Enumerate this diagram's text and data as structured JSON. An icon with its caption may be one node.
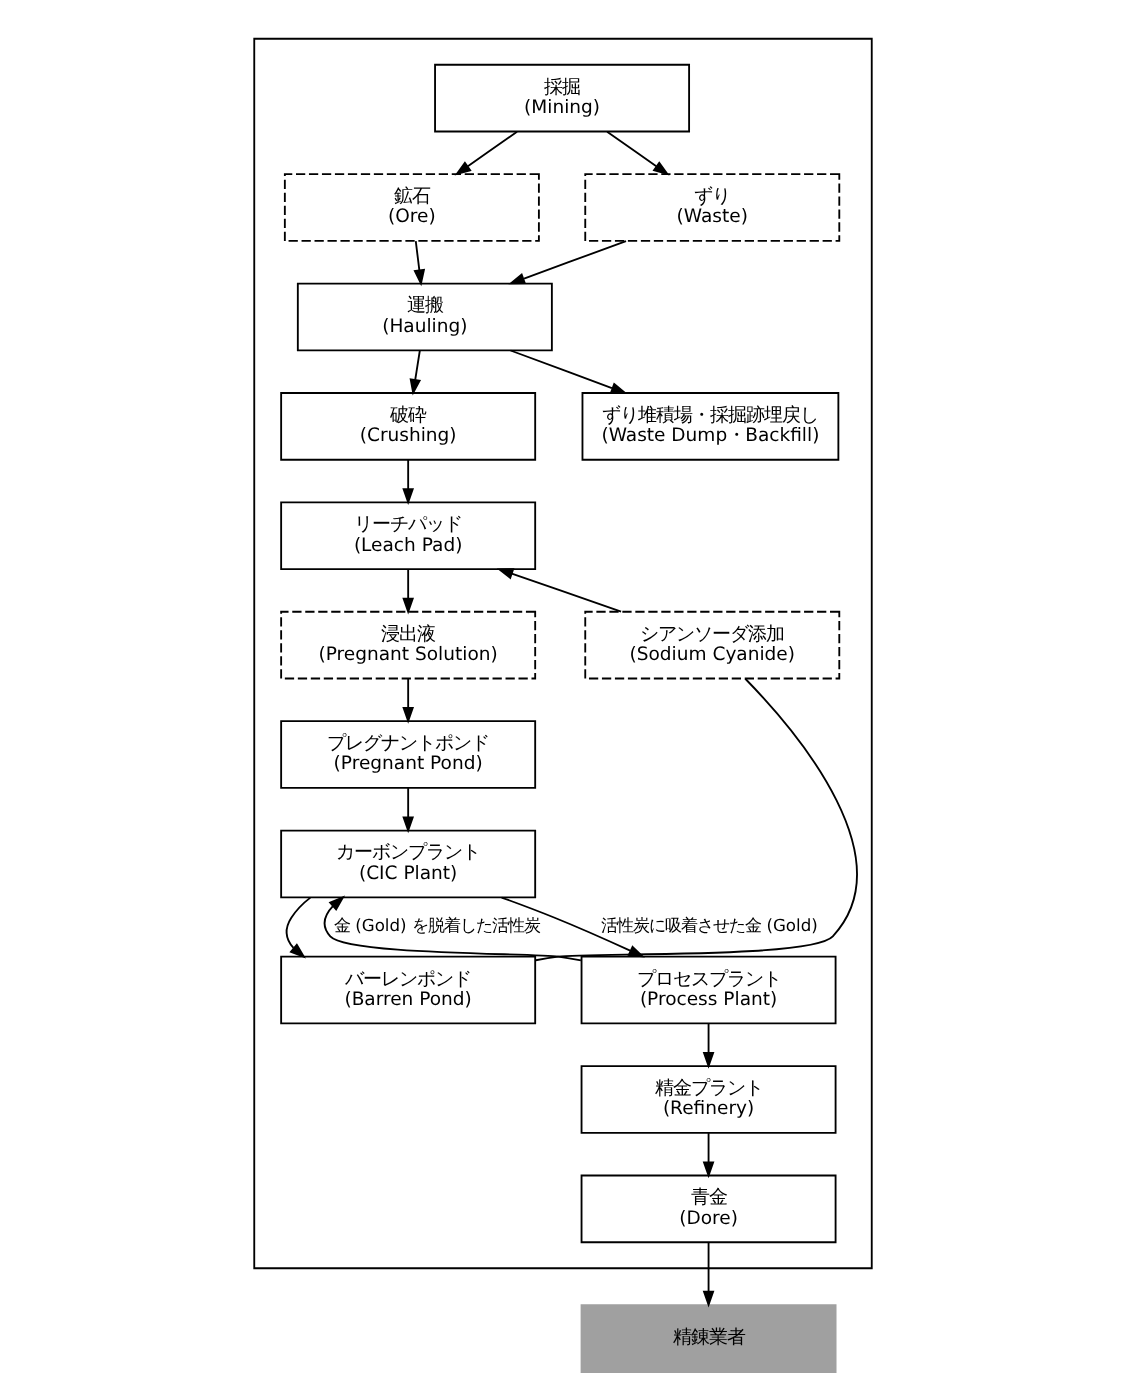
{
  "diagram": {
    "nodes": [
      {
        "text": [],
        "shape": "box"
      },
      {
        "text": [
          "採掘",
          "(Mining)"
        ],
        "in": 0
      },
      {
        "text": [
          "鉱石",
          "(Ore)"
        ],
        "in": 0
      },
      {
        "text": [
          "ずり",
          "(Waste)"
        ],
        "in": 0
      },
      {
        "text": [
          "運搬",
          "(Hauling)"
        ],
        "in": 0
      },
      {
        "text": [
          "破砕",
          "(Crushing)"
        ],
        "in": 0
      },
      {
        "text": [
          "ずり堆積場・採掘跡埋戻し",
          "(Waste Dump・Backfill)"
        ],
        "in": 0
      },
      {
        "text": [
          "リーチパッド",
          "(Leach Pad)"
        ],
        "in": 0
      },
      {
        "text": [
          "浸出液",
          "(Pregnant Solution)"
        ],
        "in": 0
      },
      {
        "text": [
          "シアンソーダ添加",
          "(Sodium Cyanide)"
        ],
        "in": 0
      },
      {
        "text": [
          "プレグナントポンド",
          "(Pregnant Pond)"
        ],
        "in": 0
      },
      {
        "text": [
          "カーボンプラント",
          "(CIC Plant)"
        ],
        "in": 0
      },
      {
        "text": [
          "プロセスプラント",
          "(Process Plant)"
        ],
        "in": 0
      },
      {
        "text": [
          "バーレンポンド",
          "(Barren Pond)"
        ],
        "in": 0
      },
      {
        "text": [
          "精金プラント",
          "(Refinery)"
        ],
        "in": 0
      },
      {
        "text": [
          "青金",
          "(Dore)"
        ],
        "in": 0
      },
      {
        "text": [
          "精錬業者"
        ]
      }
    ],
    "edges": [
      {
        "from": 1,
        "to": 2,
        "arrow": "to"
      },
      {
        "from": 1,
        "to": 3,
        "arrow": "to"
      },
      {
        "from": 2,
        "to": 4,
        "arrow": "to"
      },
      {
        "from": 3,
        "to": 4,
        "arrow": "to"
      },
      {
        "from": 4,
        "to": 5,
        "arrow": "to"
      },
      {
        "from": 4,
        "to": 6,
        "arrow": "to"
      },
      {
        "from": 5,
        "to": 7,
        "arrow": "to"
      },
      {
        "from": 9,
        "to": 7,
        "arrow": "to"
      },
      {
        "from": 7,
        "to": 8,
        "arrow": "to"
      },
      {
        "from": 8,
        "to": 10,
        "arrow": "to"
      },
      {
        "from": 10,
        "to": 11,
        "arrow": "to"
      },
      {
        "from": 11,
        "to": 12,
        "arrow": "to",
        "label": "活性炭に吸着させた金 (Gold)"
      },
      {
        "from": 12,
        "to": 11,
        "arrow": "to",
        "label": "金 (Gold) を脱着した活性炭"
      },
      {
        "from": 11,
        "to": 13,
        "arrow": "to"
      },
      {
        "from": 13,
        "to": 9,
        "arrow": "none"
      },
      {
        "from": 12,
        "to": 14,
        "arrow": "to"
      },
      {
        "from": 14,
        "to": 15,
        "arrow": "to"
      },
      {
        "from": 15,
        "to": 16,
        "arrow": "to"
      }
    ]
  }
}
